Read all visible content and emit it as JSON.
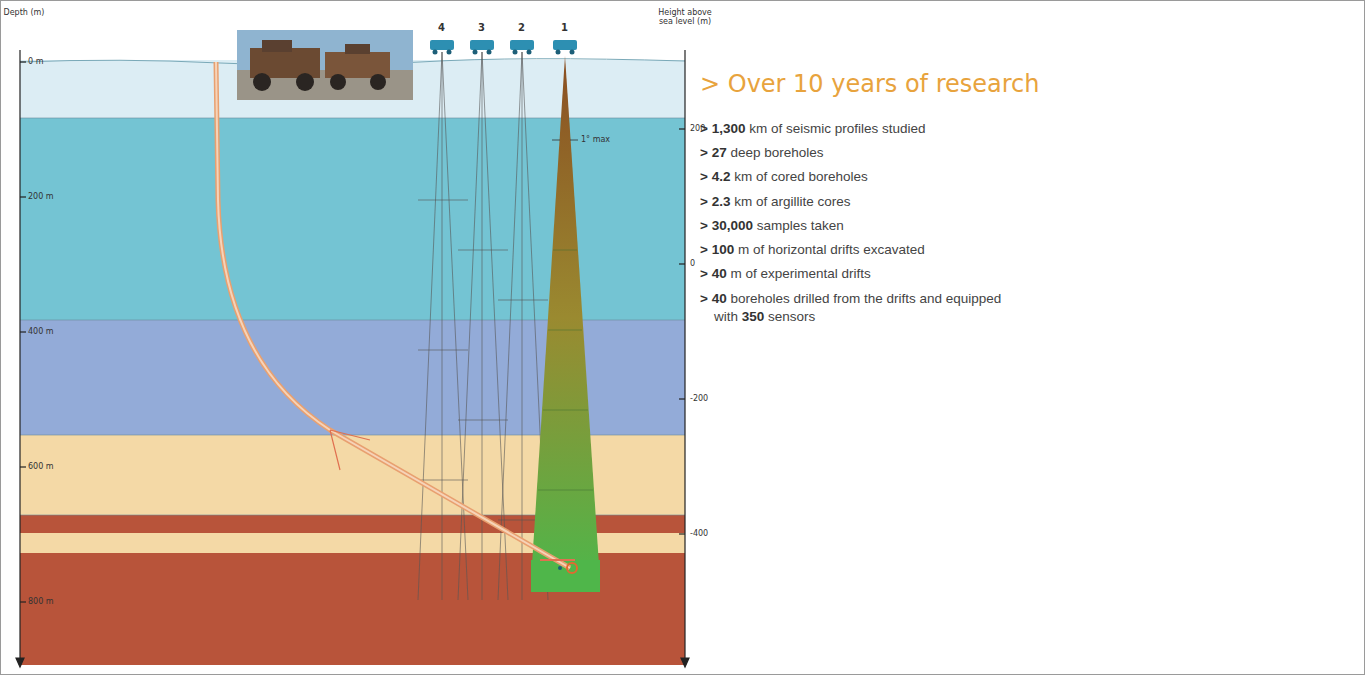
{
  "diagram": {
    "title": "> Over 10 years of research",
    "labels": [
      "Depth (m)",
      "Height above sea level (m)",
      "0 m",
      "200 m",
      "400 m",
      "600 m",
      "800 m",
      "200",
      "0",
      "-200",
      "-400",
      "4",
      "3",
      "2",
      "1",
      "1° max",
      "> 1,300",
      "km of seismic profiles studied",
      "> 27",
      "deep boreholes",
      "> 4.2",
      "km of cored boreholes",
      "> 2.3",
      "km of argillite cores",
      "> 30,000",
      "samples taken",
      "> 100",
      "m of horizontal drifts excavated",
      "> 40",
      "m of experimental drifts",
      "> 40",
      "boreholes drilled from the drifts and equipped with",
      "350",
      "sensors"
    ]
  }
}
